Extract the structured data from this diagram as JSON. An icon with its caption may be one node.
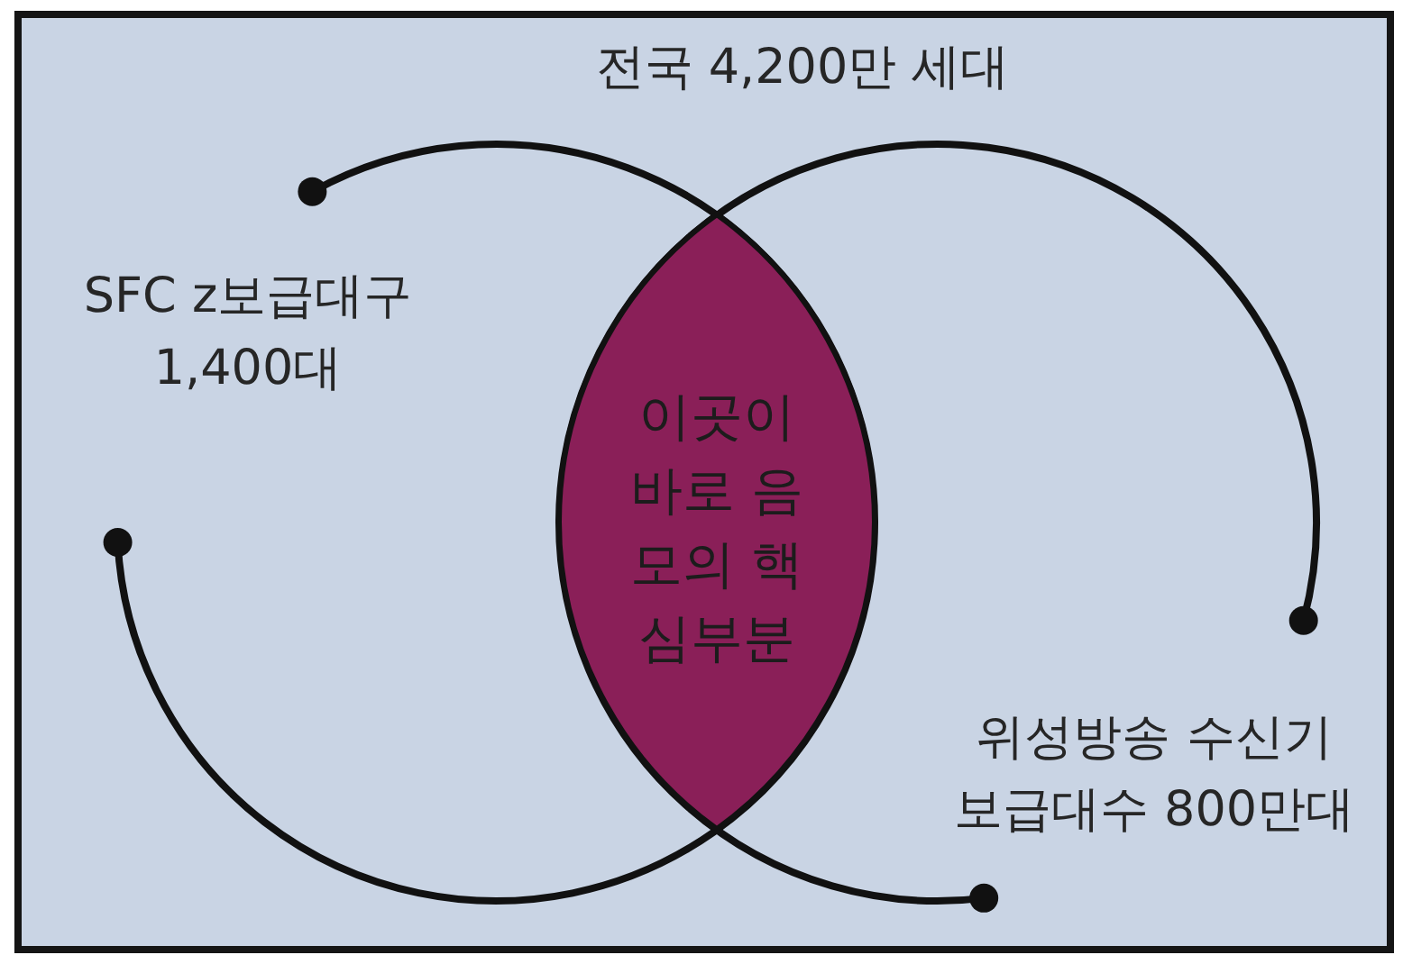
{
  "diagram": {
    "nodes": [
      {
        "text": [
          "이곳이 바로 음모의 핵심부분"
        ]
      }
    ],
    "labels": [
      "전국 4,200만 세대",
      "SFC z보급대구 1,400대",
      "위성방송 수신기 보급대수 800만대"
    ]
  }
}
